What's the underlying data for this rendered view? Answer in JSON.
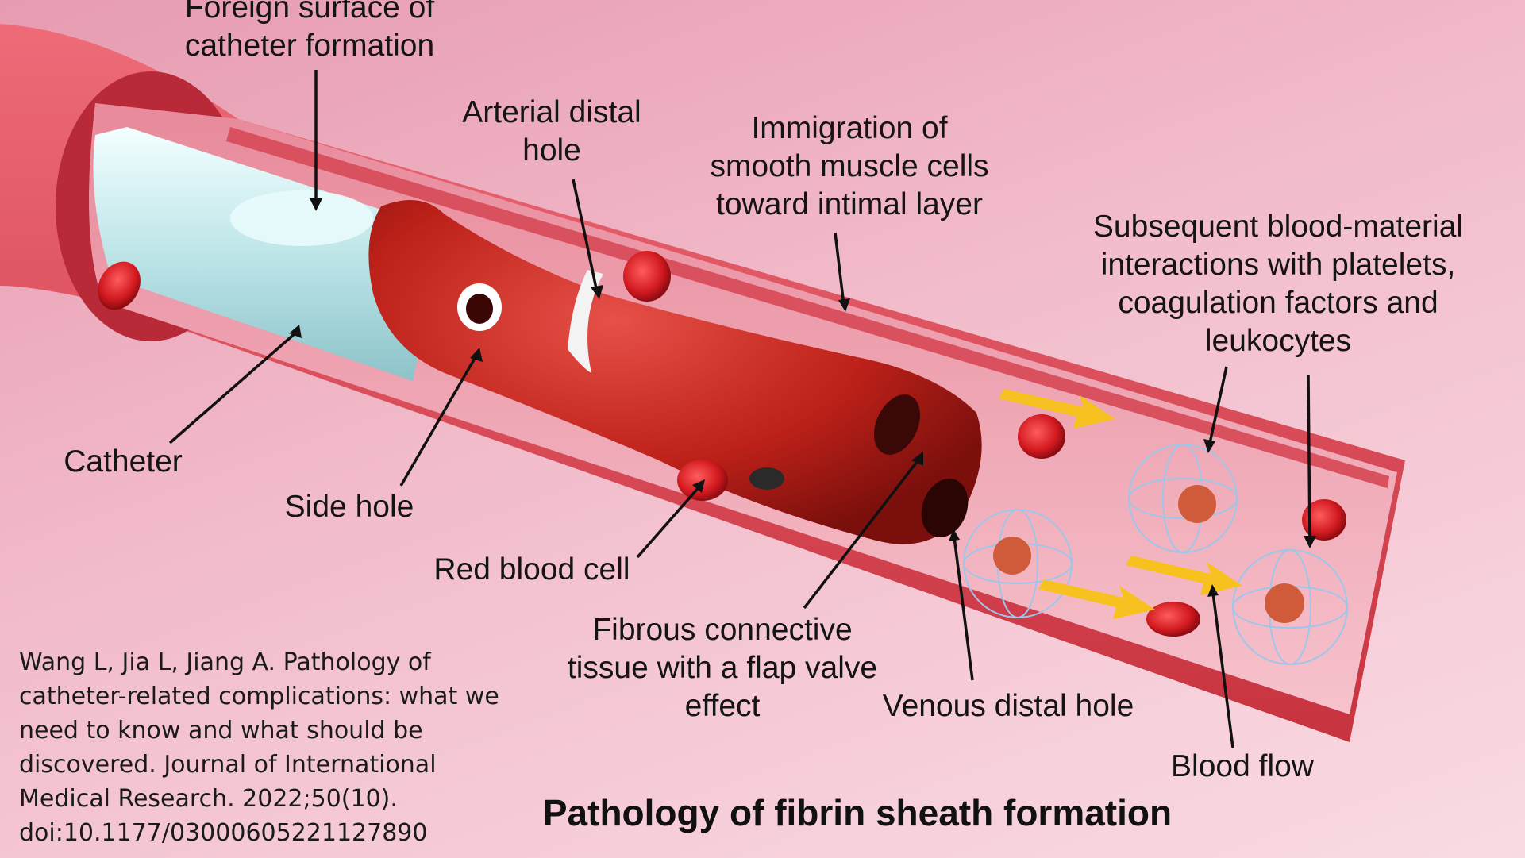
{
  "labels": {
    "foreign_surface": "Foreign surface of\ncatheter formation",
    "arterial_distal_hole": "Arterial distal\nhole",
    "immigration": "Immigration of\nsmooth muscle cells\ntoward intimal layer",
    "subsequent": "Subsequent blood-material\ninteractions with platelets,\ncoagulation factors and\nleukocytes",
    "catheter": "Catheter",
    "side_hole": "Side hole",
    "red_blood_cell": "Red blood cell",
    "fibrous": "Fibrous connective\ntissue with a flap valve\neffect",
    "venous_distal_hole": "Venous distal hole",
    "blood_flow": "Blood flow"
  },
  "title": "Pathology of fibrin sheath formation",
  "citation": "Wang L, Jia L, Jiang A. Pathology of\ncatheter-related complications: what we\nneed to know and what should be\ndiscovered. Journal of International\nMedical Research. 2022;50(10).\ndoi:10.1177/03000605221127890",
  "colors": {
    "background": "#f2bccb",
    "vessel_wall": "#e04a5c",
    "vessel_inner": "#f3a3b2",
    "catheter": "#bfe3e6",
    "fibrin_sheath": "#c8261f",
    "arrow_flow": "#f7c21f"
  }
}
